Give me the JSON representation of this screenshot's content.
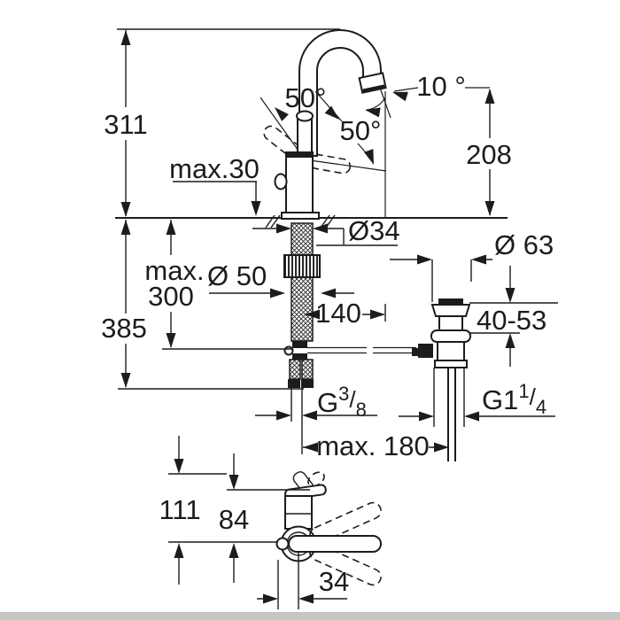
{
  "drawing": {
    "type": "technical-dimension-drawing",
    "subject": "single-lever basin mixer tap with high arc spout and pop-up waste, front view and plan view",
    "colors": {
      "line": "#1c1c1c",
      "background": "#ffffff",
      "footer_bar": "#c6c6c6"
    },
    "front_view": {
      "labels": {
        "height_overall": "311",
        "deck_thickness": "max.30",
        "lever_angle_open": "50°",
        "lever_angle_side": "50°",
        "spout_outlet_angle": "10 °",
        "spout_outlet_height": "208",
        "shank_diameter": "Ø34",
        "mounting_hole_diameter": "Ø 50",
        "hose_clearance_line1": "max.",
        "hose_clearance_line2": "300",
        "height_below_total": "385",
        "spout_reach": "140",
        "waste_flange_diameter": "Ø 63",
        "waste_deck_range": "40-53",
        "supply_thread": {
          "base": "G",
          "sup": "3",
          "slash": "/",
          "sub": "8"
        },
        "waste_thread": {
          "base": "G1",
          "sup": "1",
          "slash": "/",
          "sub": "4"
        },
        "rod_distance": "max. 180"
      }
    },
    "plan_view": {
      "labels": {
        "lever_length": "111",
        "lever_body_length": "84",
        "lever_offset": "34"
      }
    }
  }
}
